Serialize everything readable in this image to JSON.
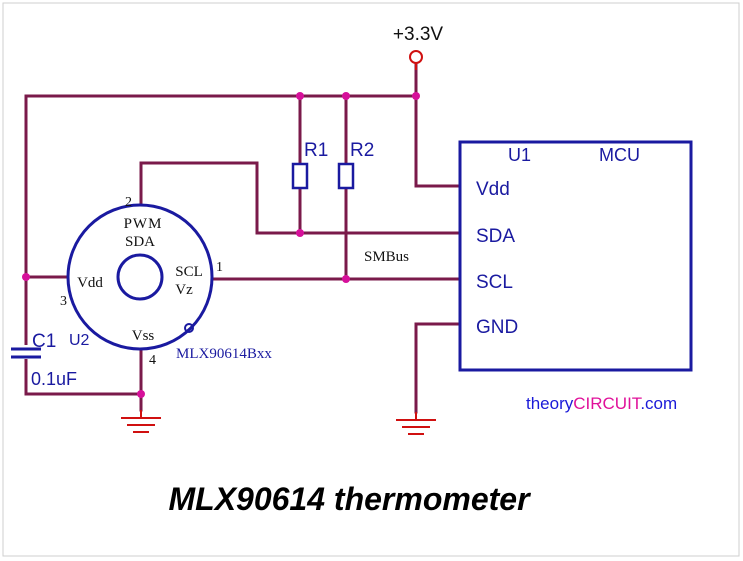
{
  "colors": {
    "wire": "#7a1a4a",
    "node": "#d6109a",
    "blue": "#1a1aa0",
    "black": "#111111",
    "ground": "#d01010",
    "supply": "#d01010",
    "brand_blue": "#1a1ad8",
    "brand_red": "#e0109a"
  },
  "supply": {
    "label": "+3.3V"
  },
  "resistors": {
    "r1": "R1",
    "r2": "R2"
  },
  "capacitor": {
    "name": "C1",
    "value": "0.1uF"
  },
  "sensor": {
    "ref": "U2",
    "part": "MLX90614Bxx",
    "pwm": "PWM",
    "sda": "SDA",
    "scl": "SCL",
    "vz": "Vz",
    "vdd": "Vdd",
    "vss": "Vss",
    "pin1": "1",
    "pin2": "2",
    "pin3": "3",
    "pin4": "4"
  },
  "mcu": {
    "ref": "U1",
    "name": "MCU",
    "pins": {
      "vdd": "Vdd",
      "sda": "SDA",
      "scl": "SCL",
      "gnd": "GND"
    }
  },
  "bus_label": "SMBus",
  "brand": {
    "part1": "theory",
    "part2": "CIRCUIT",
    "part3": ".com"
  },
  "title": "MLX90614 thermometer"
}
